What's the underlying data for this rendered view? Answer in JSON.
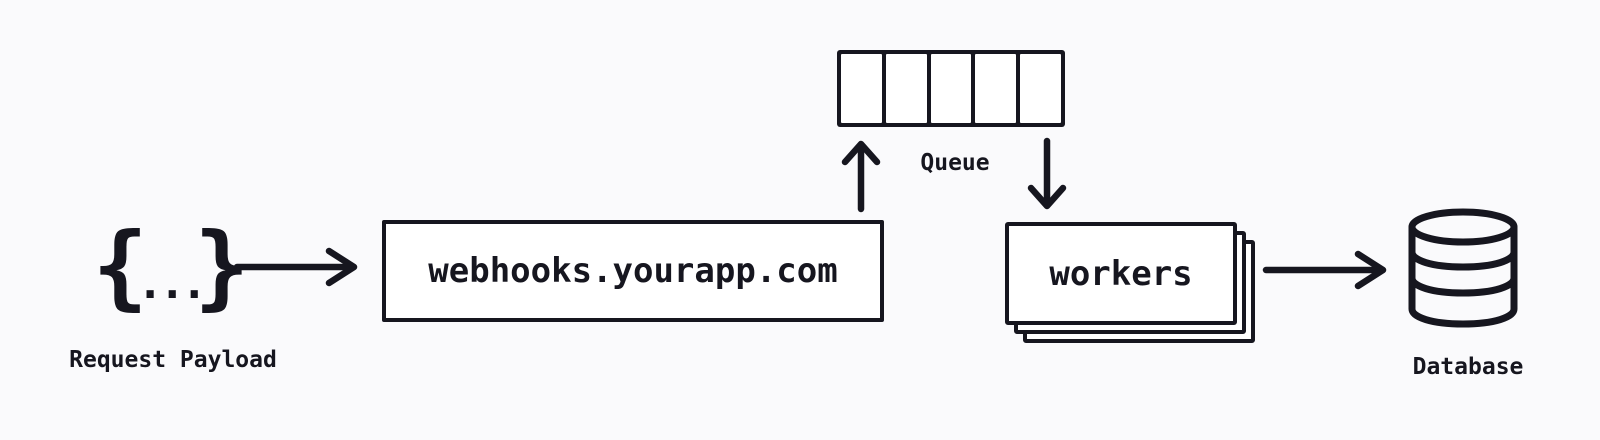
{
  "colors": {
    "ink": "#16161f",
    "bg": "#fafafc",
    "node_fill": "#ffffff"
  },
  "nodes": {
    "payload": {
      "brace_left": "{",
      "dots": "...",
      "brace_right": "}",
      "label": "Request Payload"
    },
    "webhook_endpoint": {
      "label": "webhooks.yourapp.com"
    },
    "queue": {
      "label": "Queue",
      "cells": 5
    },
    "workers": {
      "label": "workers",
      "stack_count": 3
    },
    "database": {
      "label": "Database"
    }
  },
  "edges": [
    {
      "from": "request-payload",
      "to": "webhook-endpoint",
      "direction": "right"
    },
    {
      "from": "webhook-endpoint",
      "to": "queue",
      "direction": "up"
    },
    {
      "from": "queue",
      "to": "workers",
      "direction": "down"
    },
    {
      "from": "workers",
      "to": "database",
      "direction": "right"
    }
  ]
}
